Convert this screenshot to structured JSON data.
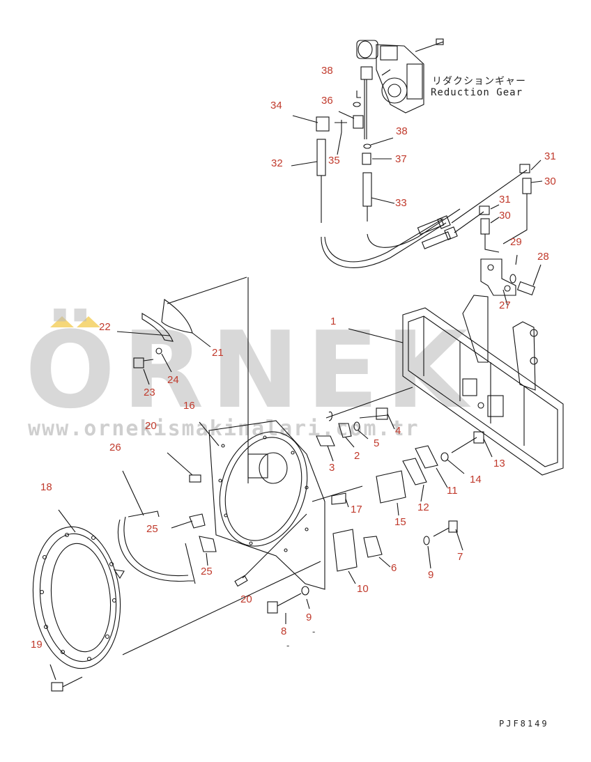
{
  "labels": {
    "reduction_gear_jp": "リダクションギャー",
    "reduction_gear_en": "Reduction Gear",
    "drawing_code": "PJF8149"
  },
  "watermark": {
    "word": "ÖRNEK",
    "url": "www.ornekismakinalari.com.tr",
    "accent_color": "#f2c94c"
  },
  "callouts": [
    {
      "id": "c38a",
      "text": "38"
    },
    {
      "id": "c34",
      "text": "34"
    },
    {
      "id": "c36",
      "text": "36"
    },
    {
      "id": "c38b",
      "text": "38"
    },
    {
      "id": "c32",
      "text": "32"
    },
    {
      "id": "c35",
      "text": "35"
    },
    {
      "id": "c37",
      "text": "37"
    },
    {
      "id": "c31a",
      "text": "31"
    },
    {
      "id": "c30a",
      "text": "30"
    },
    {
      "id": "c33",
      "text": "33"
    },
    {
      "id": "c31b",
      "text": "31"
    },
    {
      "id": "c30b",
      "text": "30"
    },
    {
      "id": "c29",
      "text": "29"
    },
    {
      "id": "c28",
      "text": "28"
    },
    {
      "id": "c27",
      "text": "27"
    },
    {
      "id": "c1",
      "text": "1"
    },
    {
      "id": "c22",
      "text": "22"
    },
    {
      "id": "c21",
      "text": "21"
    },
    {
      "id": "c24",
      "text": "24"
    },
    {
      "id": "c23",
      "text": "23"
    },
    {
      "id": "c16",
      "text": "16"
    },
    {
      "id": "c4",
      "text": "4"
    },
    {
      "id": "c5",
      "text": "5"
    },
    {
      "id": "c20a",
      "text": "20"
    },
    {
      "id": "c26",
      "text": "26"
    },
    {
      "id": "c2",
      "text": "2"
    },
    {
      "id": "c3",
      "text": "3"
    },
    {
      "id": "c13",
      "text": "13"
    },
    {
      "id": "c14",
      "text": "14"
    },
    {
      "id": "c11",
      "text": "11"
    },
    {
      "id": "c18",
      "text": "18"
    },
    {
      "id": "c12",
      "text": "12"
    },
    {
      "id": "c17",
      "text": "17"
    },
    {
      "id": "c15",
      "text": "15"
    },
    {
      "id": "c25a",
      "text": "25"
    },
    {
      "id": "c7",
      "text": "7"
    },
    {
      "id": "c6",
      "text": "6"
    },
    {
      "id": "c9a",
      "text": "9"
    },
    {
      "id": "c25b",
      "text": "25"
    },
    {
      "id": "c10",
      "text": "10"
    },
    {
      "id": "c20b",
      "text": "20"
    },
    {
      "id": "c9b",
      "text": "9"
    },
    {
      "id": "c8",
      "text": "8"
    },
    {
      "id": "c19",
      "text": "19"
    }
  ]
}
